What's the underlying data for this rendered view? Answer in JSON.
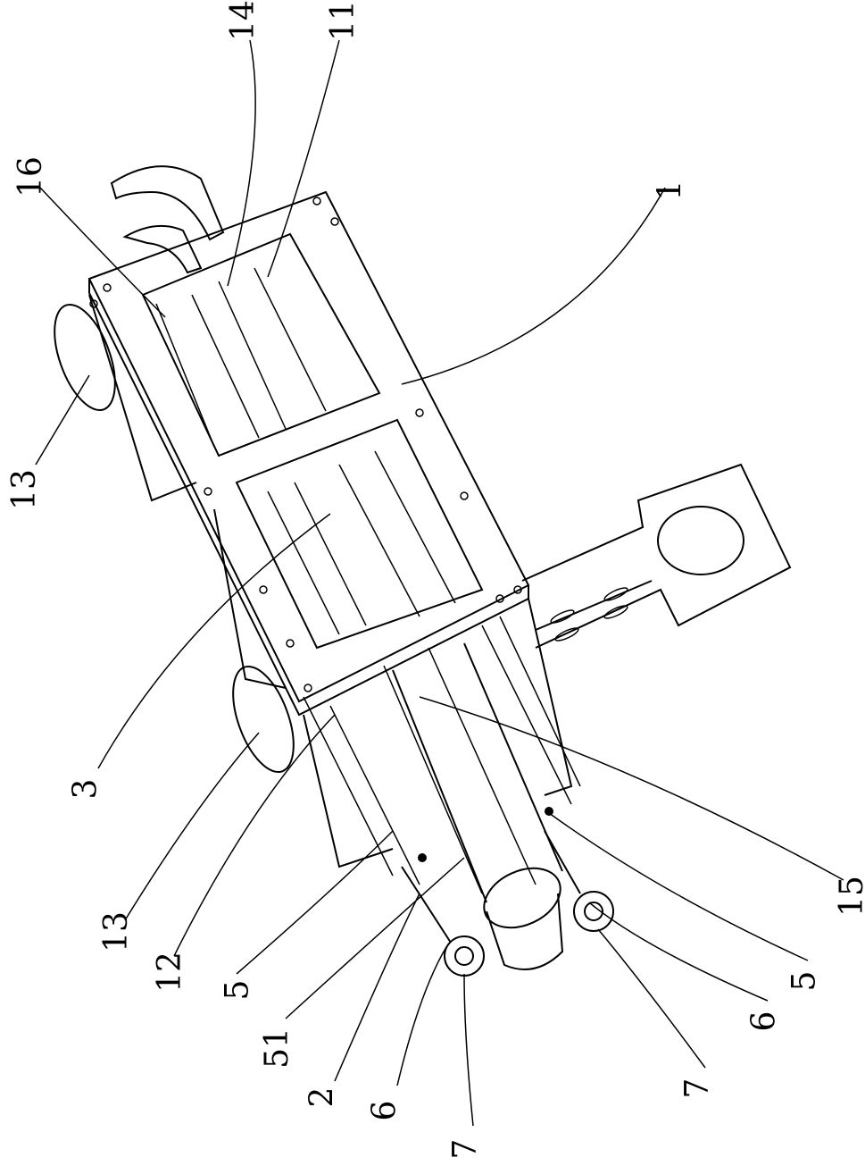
{
  "figure": {
    "labels": {
      "l14": "14",
      "l11": "11",
      "l16": "16",
      "l1": "1",
      "l13a": "13",
      "l3": "3",
      "l13b": "13",
      "l12": "12",
      "l5a": "5",
      "l51": "51",
      "l2": "2",
      "l6a": "6",
      "l7a": "7",
      "l7b": "7",
      "l6b": "6",
      "l5b": "5",
      "l15": "15"
    }
  }
}
